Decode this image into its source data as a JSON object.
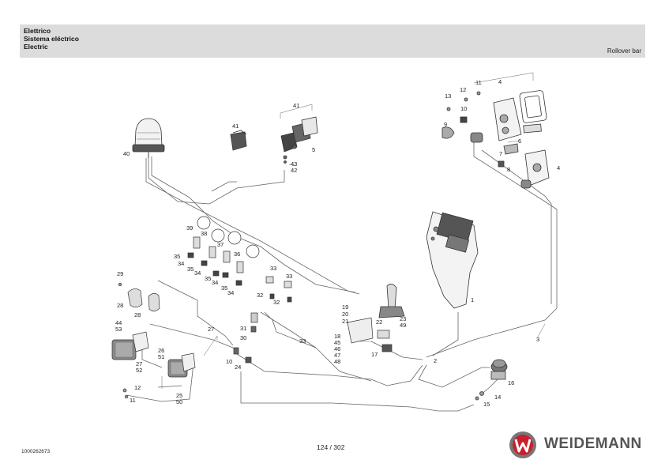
{
  "header": {
    "title_it": "Elettrico",
    "title_es": "Sistema eléctrico",
    "title_en": "Electric",
    "section": "Rollover bar"
  },
  "callouts": [
    "40",
    "41",
    "41",
    "5",
    "43",
    "42",
    "4",
    "11",
    "12",
    "13",
    "10",
    "9",
    "6",
    "7",
    "8",
    "4",
    "39",
    "38",
    "37",
    "36",
    "35",
    "34",
    "35",
    "34",
    "35",
    "34",
    "35",
    "34",
    "33",
    "33",
    "32",
    "32",
    "29",
    "28",
    "28",
    "44",
    "53",
    "27",
    "26",
    "51",
    "27",
    "52",
    "12",
    "11",
    "25",
    "50",
    "10",
    "24",
    "31",
    "30",
    "33",
    "19",
    "20",
    "21",
    "22",
    "18",
    "45",
    "46",
    "47",
    "48",
    "17",
    "23",
    "49",
    "1",
    "2",
    "3",
    "16",
    "14",
    "15"
  ],
  "footer": {
    "doc_id": "1000262673",
    "page": "124 / 302",
    "brand": "WEIDEMANN"
  }
}
